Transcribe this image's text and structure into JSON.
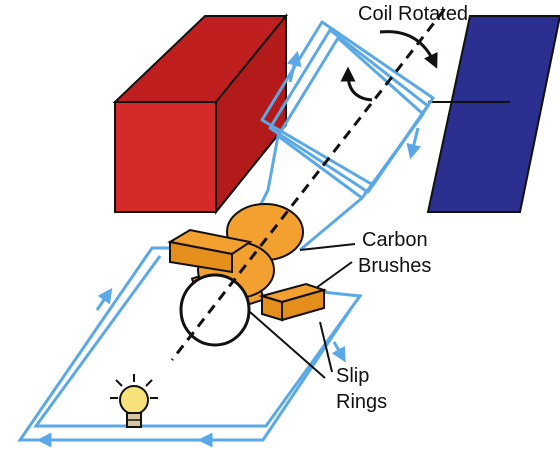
{
  "labels": {
    "coil_rotated": "Coil Rotated",
    "carbon_line1": "Carbon",
    "carbon_line2": "Brushes",
    "slip_line1": "Slip",
    "slip_line2": "Rings"
  },
  "colors": {
    "north_pole": "#d42a2a",
    "north_pole_top": "#c01f1f",
    "north_pole_side": "#b31b1b",
    "south_pole": "#2b2f8f",
    "wire": "#5aa9e6",
    "brush": "#f2a030",
    "axis": "#111111",
    "bulb": "#f7e27a"
  },
  "icons": {
    "rotation_arrows": "curved-arrow-icon",
    "bulb": "light-bulb-icon"
  }
}
